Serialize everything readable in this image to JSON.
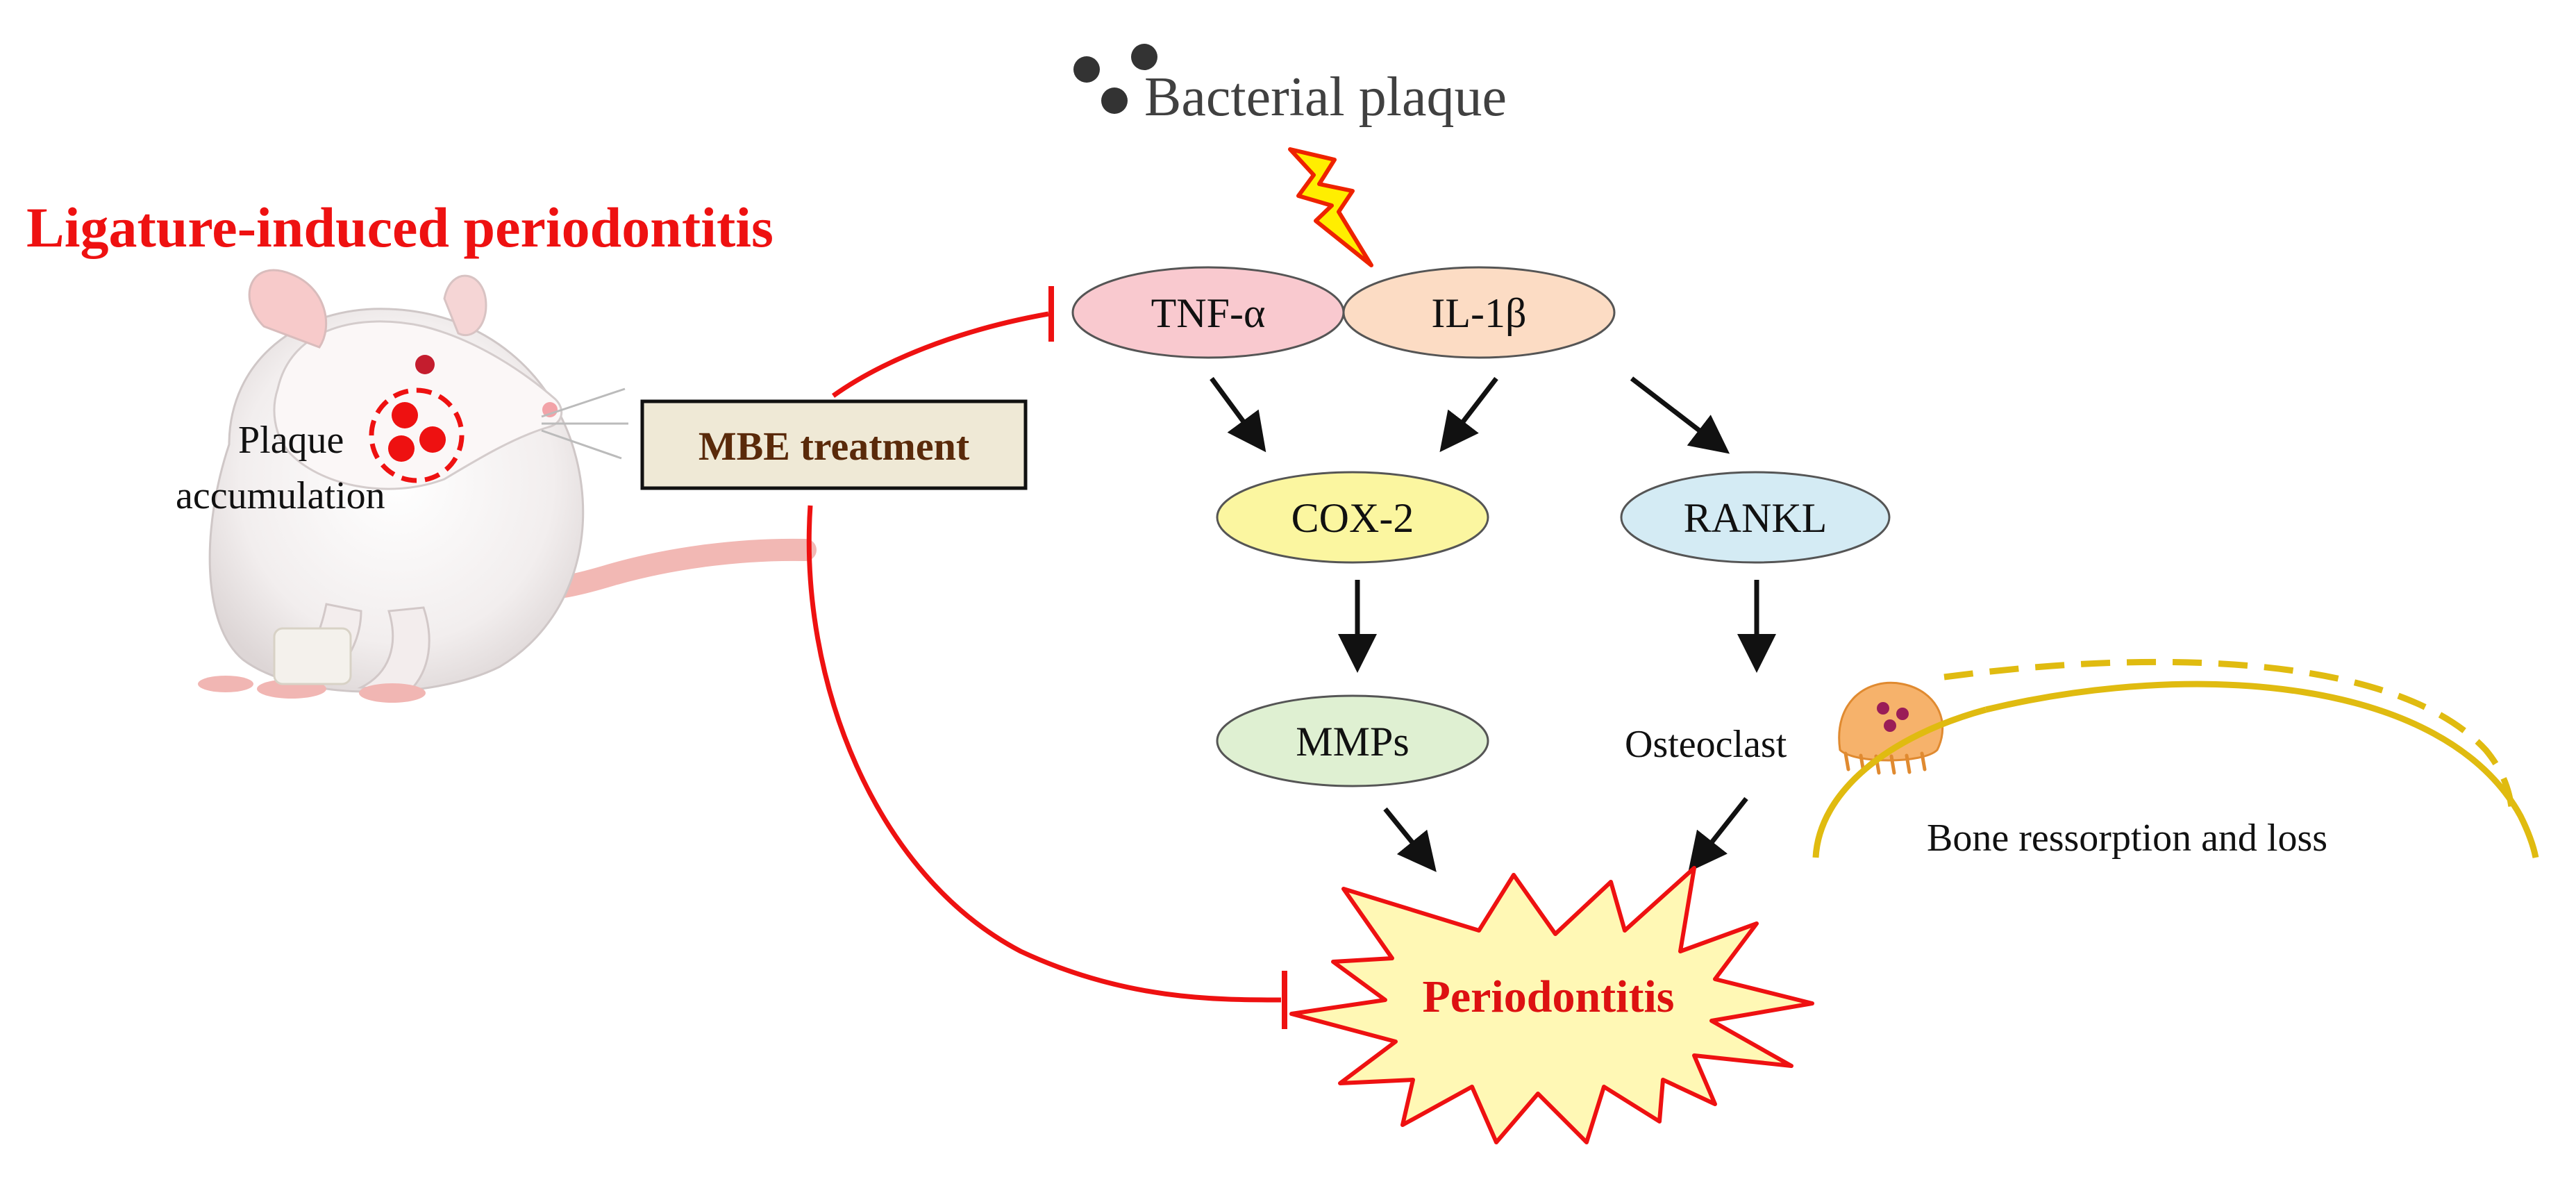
{
  "title": "Ligature-induced periodontitis",
  "rat_labels": {
    "plaque": "Plaque",
    "accumulation": "accumulation"
  },
  "treatment_label": "MBE treatment",
  "trigger_label": "Bacterial plaque",
  "nodes": {
    "tnf": "TNF-α",
    "il1b": "IL-1β",
    "cox2": "COX-2",
    "rankl": "RANKL",
    "mmps": "MMPs",
    "osteoclast": "Osteoclast",
    "outcome": "Periodontitis"
  },
  "bone_label": "Bone ressorption and loss",
  "colors": {
    "title": "#ee1111",
    "inhibition": "#ee1111",
    "treatment_text": "#5a2a0a",
    "treatment_fill": "#efe9d6",
    "tnf_fill": "#f9c9cf",
    "il1b_fill": "#fcdcc4",
    "cox2_fill": "#fbf6a0",
    "rankl_fill": "#d4ebf4",
    "mmps_fill": "#dff0d2",
    "starburst_fill": "#fff8b5",
    "starburst_stroke": "#ee1111",
    "bone": "#e0bb10",
    "lightning_fill": "#ffee00",
    "lightning_stroke": "#ee2200",
    "osteoclast": "#f6b26b",
    "arrow": "#111111"
  }
}
